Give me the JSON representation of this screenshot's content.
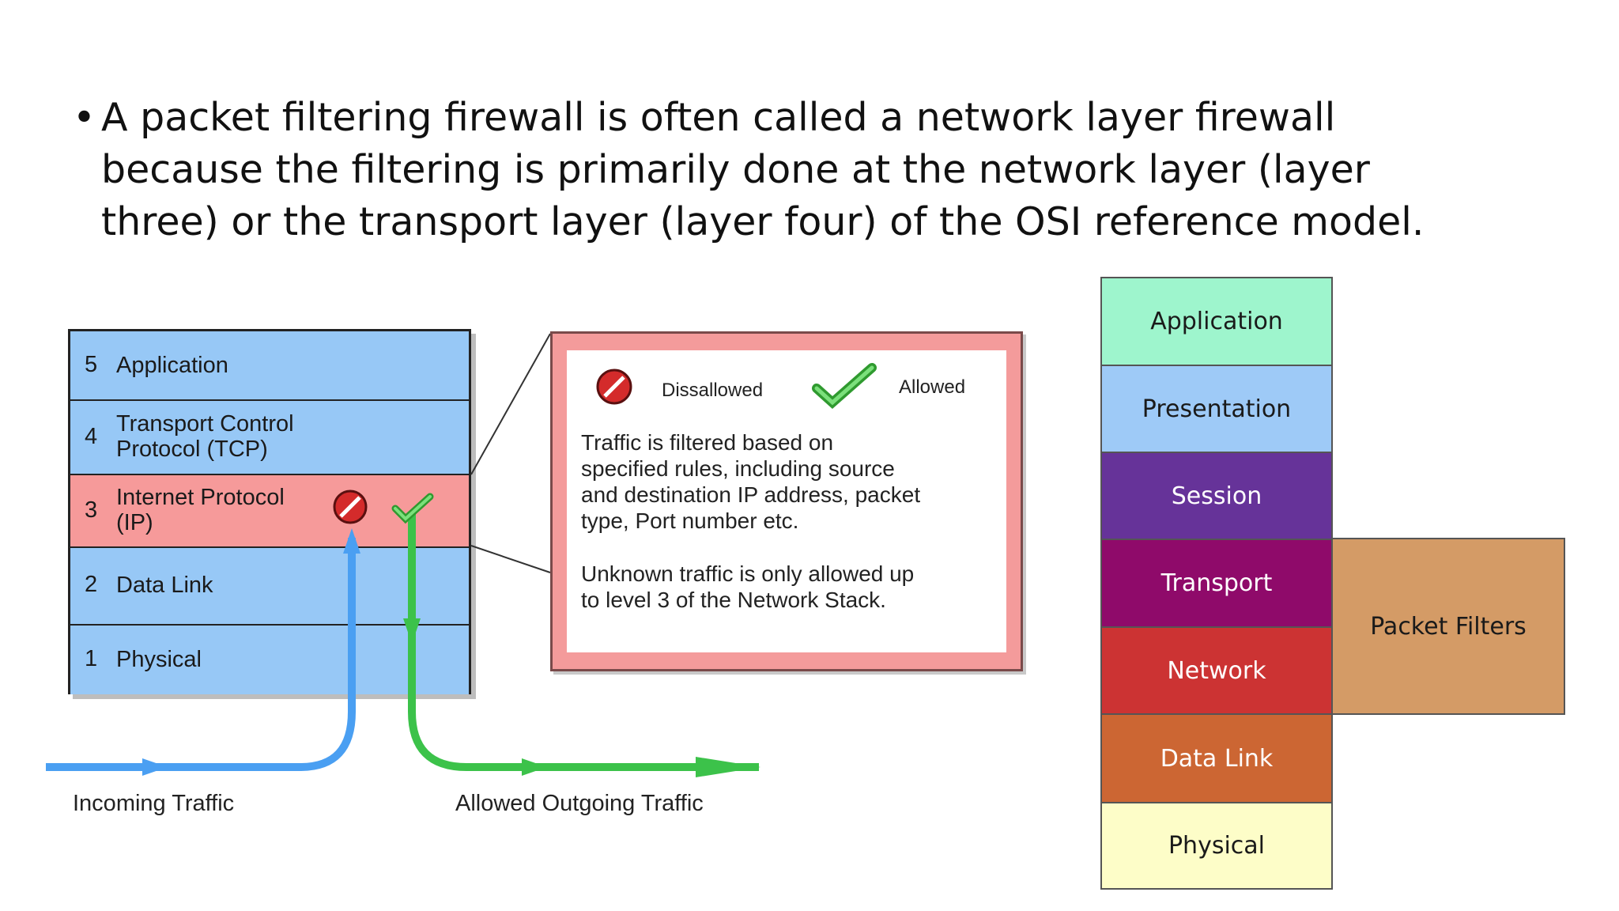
{
  "bullet": {
    "symbol": "•",
    "lines": [
      "A packet filtering firewall is often called a network layer firewall",
      "because the filtering is primarily done at the network layer (layer",
      "three) or the transport layer (layer four) of the OSI reference model."
    ]
  },
  "stack": {
    "layers": [
      {
        "num": "5",
        "line1": "Application",
        "line2": ""
      },
      {
        "num": "4",
        "line1": "Transport Control",
        "line2": "Protocol (TCP)"
      },
      {
        "num": "3",
        "line1": "Internet Protocol",
        "line2": "(IP)"
      },
      {
        "num": "2",
        "line1": "Data Link",
        "line2": ""
      },
      {
        "num": "1",
        "line1": "Physical",
        "line2": ""
      }
    ],
    "colors": {
      "normal": "#97c8f6",
      "highlight": "#f69a9a"
    }
  },
  "traffic": {
    "incoming_label": "Incoming Traffic",
    "outgoing_label": "Allowed Outgoing Traffic",
    "incoming_color": "#4a9ff2",
    "outgoing_color": "#3cc24a"
  },
  "callout": {
    "legend": {
      "disallowed_label": "Dissallowed",
      "allowed_label": "Allowed",
      "disallowed_icon": "prohibited-icon",
      "allowed_icon": "checkmark-icon"
    },
    "paragraph1": [
      "Traffic is filtered based on",
      "specified rules, including source",
      "and destination IP address, packet",
      "type, Port number etc."
    ],
    "paragraph2": [
      "Unknown traffic is only allowed up",
      "to level 3 of the Network Stack."
    ]
  },
  "osi": {
    "layers": [
      {
        "name": "Application",
        "bg": "#9ef5cd",
        "fg": "#1a1a1a"
      },
      {
        "name": "Presentation",
        "bg": "#9ecaf7",
        "fg": "#1a1a1a"
      },
      {
        "name": "Session",
        "bg": "#663399",
        "fg": "#ffffff"
      },
      {
        "name": "Transport",
        "bg": "#8f0a6a",
        "fg": "#ffffff"
      },
      {
        "name": "Network",
        "bg": "#cc3333",
        "fg": "#ffffff"
      },
      {
        "name": "Data Link",
        "bg": "#cc6633",
        "fg": "#ffffff"
      },
      {
        "name": "Physical",
        "bg": "#fdfdc8",
        "fg": "#1a1a1a"
      }
    ],
    "packet_filters_label": "Packet Filters",
    "packet_filters_color": "#d49b66"
  }
}
